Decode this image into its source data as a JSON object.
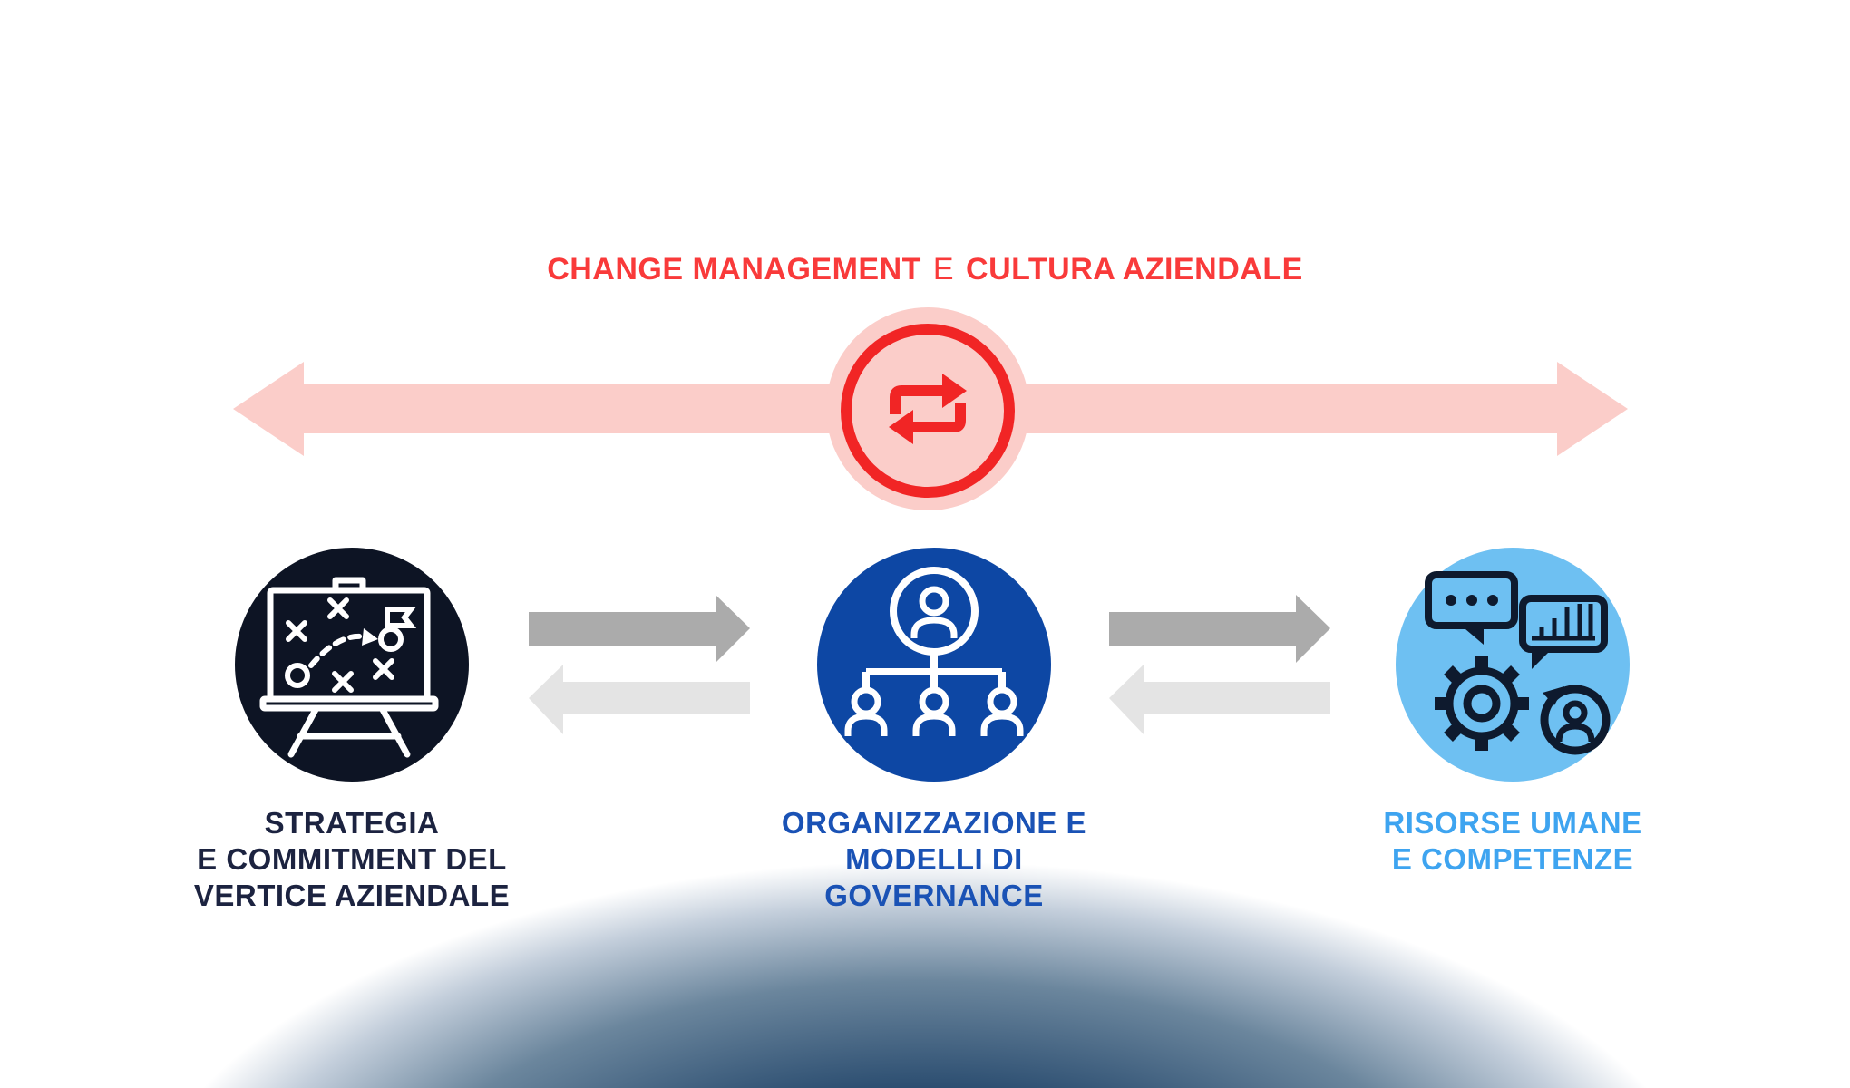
{
  "title": {
    "part_bold_1": "CHANGE MANAGEMENT",
    "part_light": "E",
    "part_bold_2": "CULTURA AZIENDALE",
    "color": "#f93a3a"
  },
  "flow_axis": {
    "arrow_color": "#fbcdc9",
    "hub_ring_color": "#f12525",
    "hub_icon": "repeat-arrows-icon"
  },
  "nodes": [
    {
      "icon": "strategy-board-icon",
      "circle_color": "#0d1424",
      "label_color": "#1c2340",
      "lines": [
        "STRATEGIA",
        "E COMMITMENT DEL",
        "VERTICE AZIENDALE"
      ]
    },
    {
      "icon": "org-chart-icon",
      "circle_color": "#0d47a4",
      "label_color": "#1a52b5",
      "lines": [
        "ORGANIZZAZIONE E",
        "MODELLI DI",
        "GOVERNANCE"
      ]
    },
    {
      "icon": "hr-competencies-icon",
      "circle_color": "#6ec0f2",
      "label_color": "#3ea4f0",
      "lines": [
        "RISORSE UMANE",
        "E COMPETENZE"
      ]
    }
  ],
  "connectors": {
    "forward_color": "#ababab",
    "backward_color": "#e4e4e4"
  },
  "background": {
    "glow_color": "#2b4d70"
  }
}
